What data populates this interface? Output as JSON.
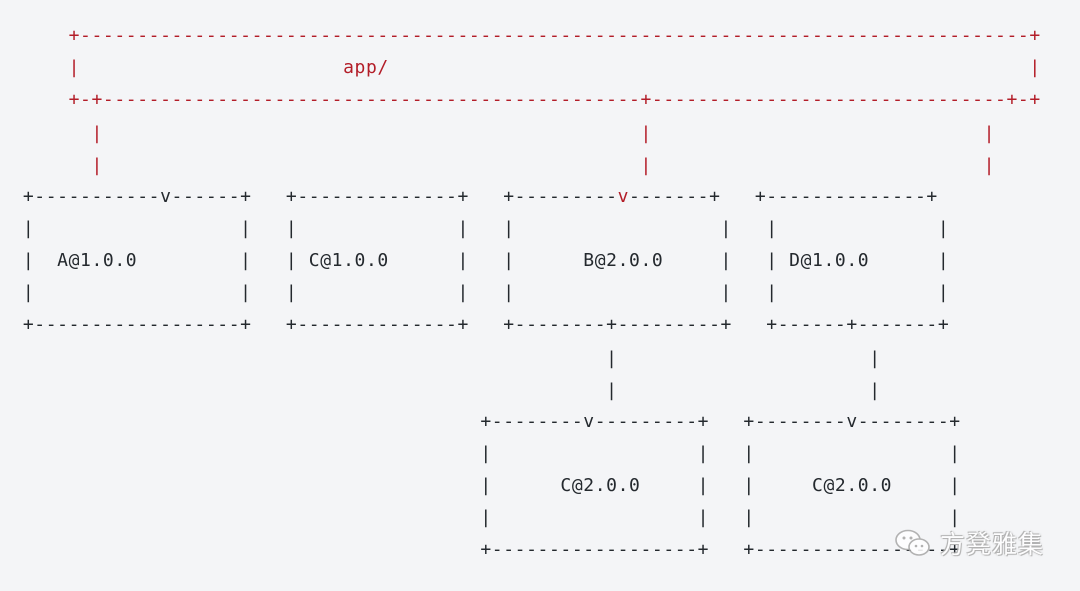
{
  "diagram": {
    "lines": [
      [
        {
          "text": "      +-----------------------------------------------------------------------------------+",
          "red": true
        }
      ],
      [
        {
          "text": "      |                       app/                                                        |",
          "red": true
        }
      ],
      [
        {
          "text": "      +-+-----------------------------------------------+-------------------------------+-+",
          "red": true
        }
      ],
      [
        {
          "text": "        |                                               |                             |",
          "red": true
        }
      ],
      [
        {
          "text": "        |                                               |                             |",
          "red": true
        }
      ],
      [
        {
          "text": "  +-----------v------+   +--------------+   +---------",
          "red": false
        },
        {
          "text": "v",
          "red": true
        },
        {
          "text": "-------+   +--------------+",
          "red": false
        }
      ],
      [
        {
          "text": "  |                  |   |              |   |                  |   |              |",
          "red": false
        }
      ],
      [
        {
          "text": "  |  A@1.0.0         |   | C@1.0.0      |   |      B@2.0.0     |   | D@1.0.0      |",
          "red": false
        }
      ],
      [
        {
          "text": "  |                  |   |              |   |                  |   |              |",
          "red": false
        }
      ],
      [
        {
          "text": "  +------------------+   +--------------+   +--------+---------+   +------+-------+",
          "red": false
        }
      ],
      [
        {
          "text": "                                                     |                      |",
          "red": false
        }
      ],
      [
        {
          "text": "                                                     |                      |",
          "red": false
        }
      ],
      [
        {
          "text": "                                          +--------v---------+   +--------v--------+",
          "red": false
        }
      ],
      [
        {
          "text": "                                          |                  |   |                 |",
          "red": false
        }
      ],
      [
        {
          "text": "                                          |      C@2.0.0     |   |     C@2.0.0     |",
          "red": false
        }
      ],
      [
        {
          "text": "                                          |                  |   |                 |",
          "red": false
        }
      ],
      [
        {
          "text": "                                          +------------------+   +-----------------+",
          "red": false
        }
      ]
    ]
  },
  "watermark": {
    "text": "方凳雅集",
    "icon": "wechat-icon"
  }
}
